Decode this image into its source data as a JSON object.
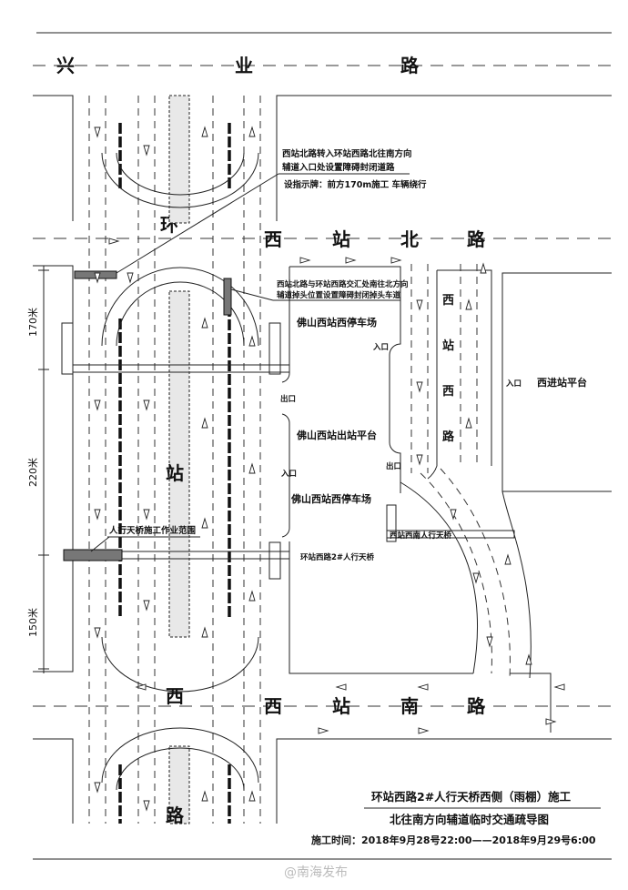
{
  "roads": {
    "xingye": [
      "兴",
      "业",
      "路"
    ],
    "xizhanbei": [
      "西",
      "站",
      "北",
      "路"
    ],
    "xizhannan": [
      "西",
      "站",
      "南",
      "路"
    ],
    "huanzhanxi": [
      "环",
      "站",
      "西",
      "路"
    ],
    "xizhan_vertical": [
      "西",
      "站",
      "西",
      "路"
    ]
  },
  "places": {
    "parking_north": "佛山西站西停车场",
    "exit_platform": "佛山西站出站平台",
    "parking_south": "佛山西站西停车场",
    "west_platform": "西进站平台",
    "entrance_label": "入口",
    "exit_label": "出口",
    "bridge_2": "环站西路2#人行天桥",
    "bridge_south": "西站西南人行天桥",
    "work_zone": "人行天桥施工作业范围"
  },
  "notes": {
    "note1_line1": "西站北路转入环站西路北往南方向",
    "note1_line2": "辅道入口处设置障碍封闭道路",
    "note1_line3": "设指示牌：前方170m施工 车辆绕行",
    "note2_line1": "西站北路与环站西路交汇处南往北方向",
    "note2_line2": "辅道掉头位置设置障碍封闭掉头车道"
  },
  "dimensions": {
    "d170": "170米",
    "d220": "220米",
    "d150": "150米"
  },
  "title": {
    "line1": "环站西路2#人行天桥西侧（雨棚）施工",
    "line2": "北往南方向辅道临时交通疏导图",
    "line3": "施工时间：2018年9月28号22:00——2018年9月29号6:00"
  },
  "watermark": "@南海发布"
}
